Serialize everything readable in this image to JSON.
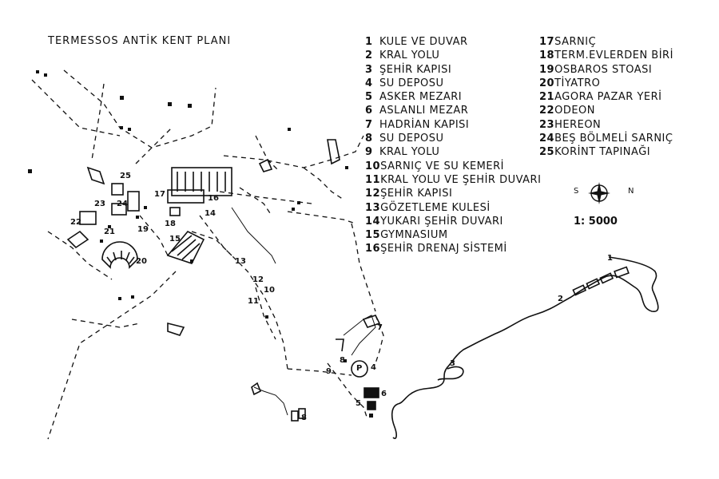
{
  "title": "TERMESSOS ANTİK KENT  PLANI",
  "legend_left": [
    {
      "num": "1",
      "label": "KULE VE DUVAR"
    },
    {
      "num": "2",
      "label": "KRAL YOLU"
    },
    {
      "num": "3",
      "label": "ŞEHİR KAPISI"
    },
    {
      "num": "4",
      "label": "SU DEPOSU"
    },
    {
      "num": "5",
      "label": "ASKER MEZARI"
    },
    {
      "num": "6",
      "label": "ASLANLI MEZAR"
    },
    {
      "num": "7",
      "label": "HADRİAN KAPISI"
    },
    {
      "num": "8",
      "label": "SU DEPOSU"
    },
    {
      "num": "9",
      "label": "KRAL YOLU"
    },
    {
      "num": "10",
      "label": "SARNIÇ VE SU KEMERİ"
    },
    {
      "num": "11",
      "label": "KRAL YOLU VE ŞEHİR DUVARI"
    },
    {
      "num": "12",
      "label": "ŞEHİR KAPISI"
    },
    {
      "num": "13",
      "label": "GÖZETLEME KULESİ"
    },
    {
      "num": "14",
      "label": "YUKARI ŞEHİR DUVARI"
    },
    {
      "num": "15",
      "label": "GYMNASIUM"
    },
    {
      "num": "16",
      "label": "ŞEHİR DRENAJ SİSTEMİ"
    }
  ],
  "legend_right": [
    {
      "num": "17",
      "label": "SARNIÇ"
    },
    {
      "num": "18",
      "label": "TERM.EVLERDEN BİRİ"
    },
    {
      "num": "19",
      "label": "OSBAROS STOASI"
    },
    {
      "num": "20",
      "label": "TİYATRO"
    },
    {
      "num": "21",
      "label": "AGORA PAZAR YERİ"
    },
    {
      "num": "22",
      "label": "ODEON"
    },
    {
      "num": "23",
      "label": "HEREON"
    },
    {
      "num": "24",
      "label": "BEŞ BÖLMELİ SARNIÇ"
    },
    {
      "num": "25",
      "label": "KORİNT TAPINAĞI"
    }
  ],
  "compass": {
    "south": "S",
    "north": "N"
  },
  "scale": "1: 5000",
  "map_labels": [
    {
      "text": "1",
      "key": "l1"
    },
    {
      "text": "2",
      "key": "l2"
    },
    {
      "text": "3",
      "key": "l3"
    },
    {
      "text": "4",
      "key": "l4"
    },
    {
      "text": "5",
      "key": "l5"
    },
    {
      "text": "6",
      "key": "l6"
    },
    {
      "text": "7",
      "key": "l7"
    },
    {
      "text": "8",
      "key": "l8"
    },
    {
      "text": "8",
      "key": "l8b"
    },
    {
      "text": "9",
      "key": "l9"
    },
    {
      "text": "10",
      "key": "l10"
    },
    {
      "text": "11",
      "key": "l11"
    },
    {
      "text": "12",
      "key": "l12"
    },
    {
      "text": "13",
      "key": "l13"
    },
    {
      "text": "14",
      "key": "l14"
    },
    {
      "text": "15",
      "key": "l15"
    },
    {
      "text": "16",
      "key": "l16"
    },
    {
      "text": "17",
      "key": "l17"
    },
    {
      "text": "18",
      "key": "l18"
    },
    {
      "text": "19",
      "key": "l19"
    },
    {
      "text": "20",
      "key": "l20"
    },
    {
      "text": "21",
      "key": "l21"
    },
    {
      "text": "22",
      "key": "l22"
    },
    {
      "text": "23",
      "key": "l23"
    },
    {
      "text": "24",
      "key": "l24"
    },
    {
      "text": "25",
      "key": "l25"
    },
    {
      "text": "P",
      "key": "parking"
    }
  ],
  "colors": {
    "ink": "#111111",
    "paper": "#ffffff"
  }
}
